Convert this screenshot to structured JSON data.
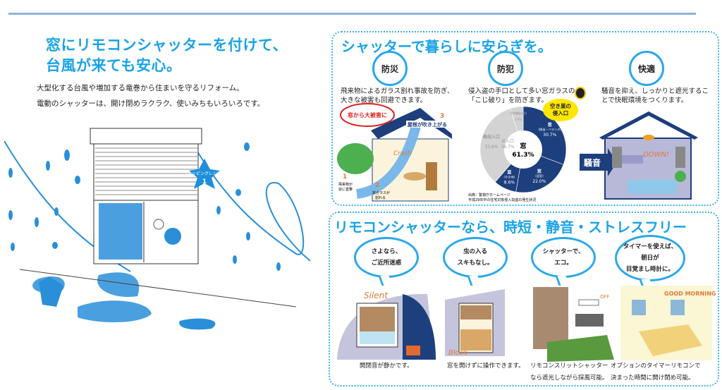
{
  "left": {
    "headline": [
      "窓にリモコンシャッターを付けて、",
      "台風が来ても安心。"
    ],
    "lead": [
      "大型化する台風や増加する竜巻から住まいを守るリフォーム。",
      "電動のシャッターは、開け閉めラクラク、使いみちもいろいろです。"
    ],
    "badge": {
      "text": "トッピングレシピ",
      "number": "1"
    }
  },
  "section1": {
    "title": "シャッターで暮らしに安らぎを。",
    "columns": [
      {
        "heading": "防災",
        "desc": [
          "飛来物によるガラス割れ事故を防ぎ、",
          "大きな被害も回避できます。"
        ],
        "callout": "窓から大被害に",
        "steps": [
          {
            "num": "1",
            "text": [
              "飛来物が",
              "窓に直撃"
            ]
          },
          {
            "num": "2",
            "text": [
              "窓ガラスが",
              "割れる"
            ]
          },
          {
            "num": "3",
            "text": [
              "屋根が吹き上がる"
            ]
          }
        ],
        "sfx": "Crash"
      },
      {
        "heading": "防犯",
        "desc": [
          "侵入盗の手口として多い窓ガラスの",
          "「こじ破り」を防ぎます。"
        ],
        "callout": [
          "空き巣の",
          "侵入口"
        ],
        "source": [
          "出典：警視庁ホームページ",
          "平成29年中の住宅対象侵入窃盗の発生状況"
        ]
      },
      {
        "heading": "快適",
        "desc": [
          "騒音を抑え、しっかりと遮光するこ",
          "とで快眠環境をつくります。"
        ],
        "noise_label": "騒音",
        "sfx": "DOWN!"
      }
    ]
  },
  "chart_data": {
    "type": "pie",
    "title": "",
    "center": {
      "label": "窓",
      "value": "61.3%"
    },
    "inner_label": {
      "label": "出入口",
      "value": "38.7%"
    },
    "slices": [
      {
        "label": "窓",
        "sub": "(掃出・ベランダ)",
        "value": 30.7,
        "text": "30.7%",
        "group": "window"
      },
      {
        "label": "窓",
        "sub": "(居室)",
        "value": 22.0,
        "text": "22.0%",
        "group": "window"
      },
      {
        "label": "窓",
        "sub": "(その他)",
        "value": 8.6,
        "text": "8.6%",
        "group": "window"
      },
      {
        "label": "表出入口",
        "sub": "",
        "value": 33.8,
        "text": "33.8%",
        "group": "door"
      },
      {
        "label": "その他出入口",
        "sub": "",
        "value": 4.9,
        "text": "4.9%",
        "group": "door"
      }
    ],
    "colors": {
      "window": "#1d3f7e",
      "door": "#d3d3d3"
    }
  },
  "section2": {
    "title": "リモコンシャッターなら、時短・静音・ストレスフリー",
    "items": [
      {
        "bubble": [
          "さよなら、",
          "ご近所迷惑"
        ],
        "caption": [
          "開閉音が静かです。"
        ],
        "sfx": "Silent"
      },
      {
        "bubble": [
          "虫の入る",
          "スキもなし。"
        ],
        "caption": [
          "窓を開けずに操作できます。"
        ],
        "sfx": "Block"
      },
      {
        "bubble": [
          "シャッターで、",
          "エコ。"
        ],
        "caption": [
          "リモコンスリットシャッター",
          "なら遮光しながら採風可能。"
        ],
        "sfx": "OFF"
      },
      {
        "bubble": [
          "タイマーを使えば、",
          "朝日が",
          "目覚まし時計に。"
        ],
        "caption": [
          "オプションのタイマーリモコンで",
          "決まった時間に開け閉め可能。"
        ],
        "sfx": "GOOD MORNING"
      }
    ]
  },
  "colors": {
    "accent": "#1aa3e6",
    "navy": "#1d3f7e",
    "blue": "#2a8fd8"
  }
}
